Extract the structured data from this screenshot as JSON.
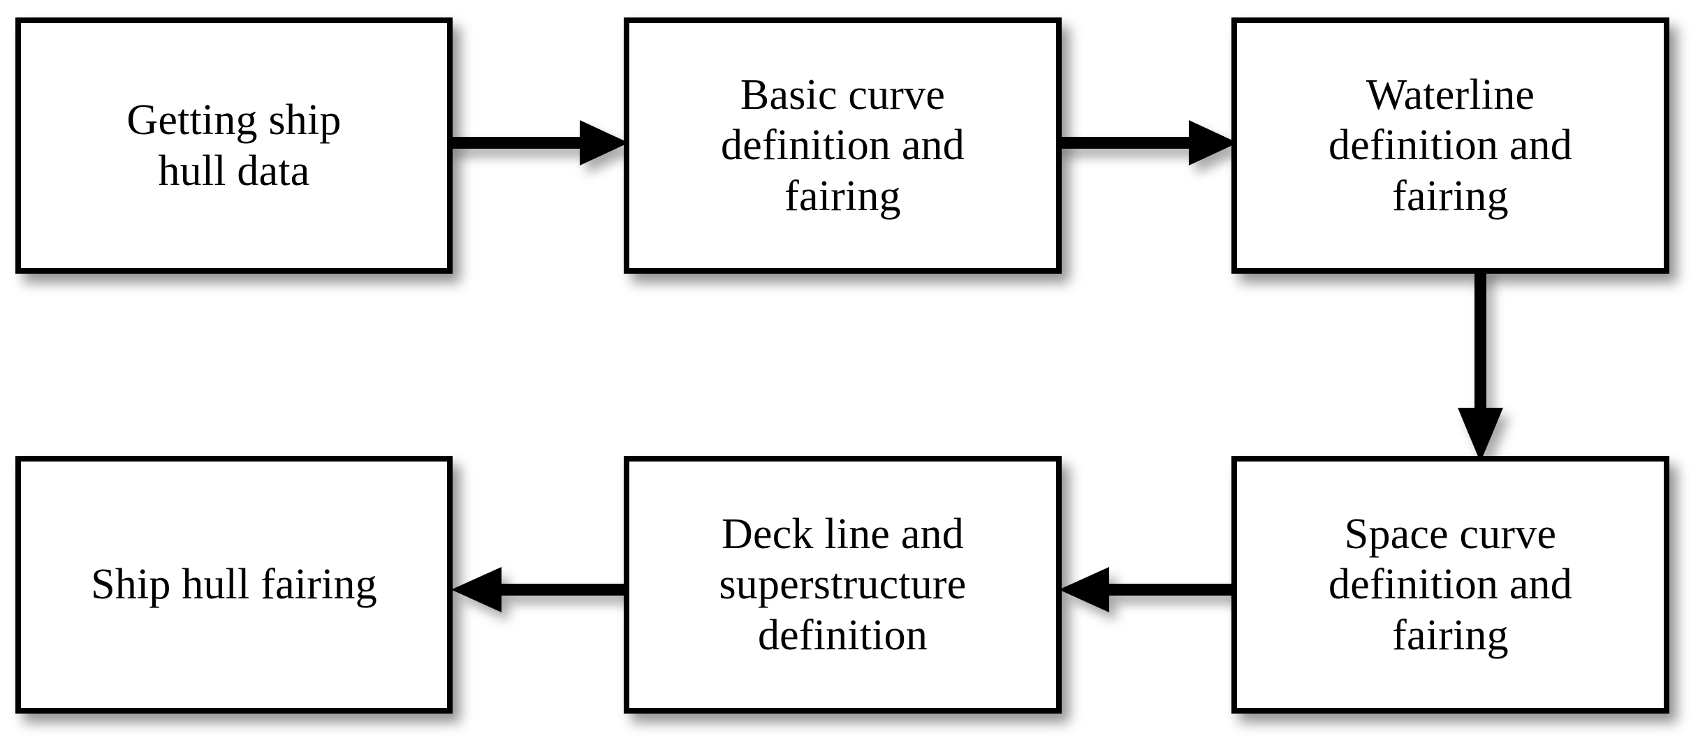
{
  "diagram": {
    "type": "flowchart",
    "orientation": "serpentine-two-row",
    "background_color": "#FFFFFF",
    "node_fill_color": "#FFFFFF",
    "node_border_color": "#000000",
    "arrow_color": "#000000",
    "text_color": "#000000",
    "nodes": [
      {
        "id": "getting-ship-hull-data",
        "label": "Getting ship\nhull data",
        "row": 1,
        "column": 1
      },
      {
        "id": "basic-curve",
        "label": "Basic curve\ndefinition and\nfairing",
        "row": 1,
        "column": 2
      },
      {
        "id": "waterline",
        "label": "Waterline\ndefinition and\nfairing",
        "row": 1,
        "column": 3
      },
      {
        "id": "ship-hull-fairing",
        "label": "Ship hull fairing",
        "row": 2,
        "column": 1
      },
      {
        "id": "deck-line",
        "label": "Deck line and\nsuperstructure\ndefinition",
        "row": 2,
        "column": 2
      },
      {
        "id": "space-curve",
        "label": "Space curve\ndefinition and\nfairing",
        "row": 2,
        "column": 3
      }
    ],
    "edges": [
      {
        "id": "getting-to-basic",
        "from": "getting-ship-hull-data",
        "to": "basic-curve",
        "direction": "right"
      },
      {
        "id": "basic-to-waterline",
        "from": "basic-curve",
        "to": "waterline",
        "direction": "right"
      },
      {
        "id": "waterline-to-space",
        "from": "waterline",
        "to": "space-curve",
        "direction": "down"
      },
      {
        "id": "space-to-deck",
        "from": "space-curve",
        "to": "deck-line",
        "direction": "left"
      },
      {
        "id": "deck-to-ship",
        "from": "deck-line",
        "to": "ship-hull-fairing",
        "direction": "left"
      }
    ]
  }
}
